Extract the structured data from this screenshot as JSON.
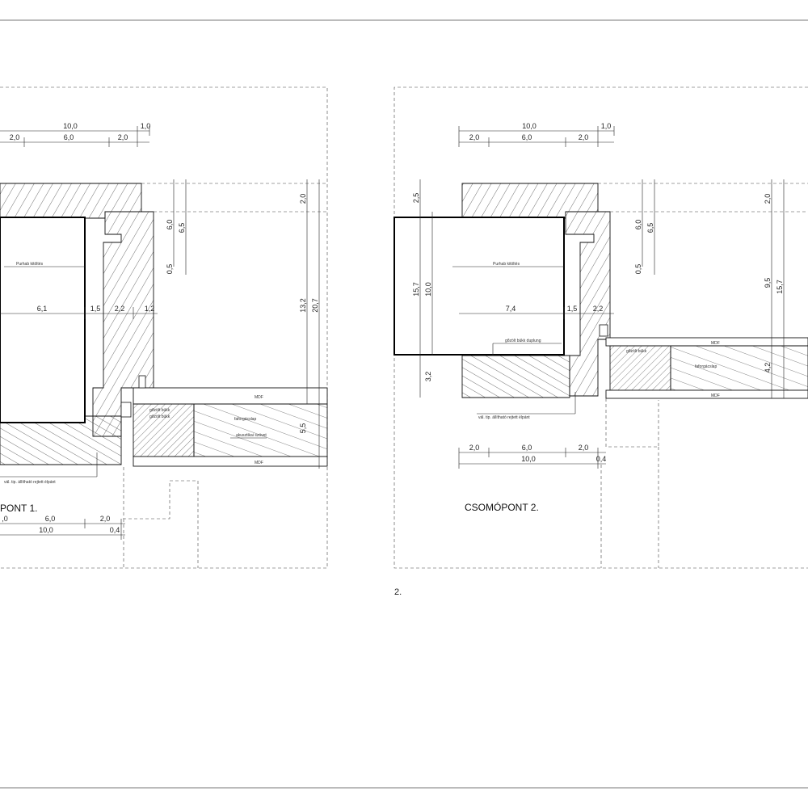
{
  "sheet": {
    "page_number": "2."
  },
  "detail1": {
    "title": "PONT 1.",
    "top_dims_row1": [
      "10,0",
      "1,0"
    ],
    "top_dims_row2": [
      "2,0",
      "6,0",
      "2,0"
    ],
    "mid_dims": [
      "6,1",
      "1,5",
      "2,2",
      "1,2"
    ],
    "right_dims": [
      "2,0",
      "6,0",
      "6,5",
      "0,5",
      "13,2",
      "20,7",
      "5,5"
    ],
    "bottom_dims_row1": [
      ",0",
      "6,0",
      "2,0"
    ],
    "bottom_dims_row2": [
      "10,0",
      "0,4"
    ],
    "labels": {
      "foam": "Purhab kitöltés",
      "hinge": "vál. tip. állítható rejtett élpánt",
      "beech1": "gőzölt bükk",
      "beech2": "gőzölt bükk",
      "lumber": "faforgácslap",
      "fabric": "akusztikai szövet",
      "mdf_top": "MDF",
      "mdf_bottom": "MDF"
    }
  },
  "detail2": {
    "title": "CSOMÓPONT 2.",
    "top_dims_row1": [
      "10,0",
      "1,0"
    ],
    "top_dims_row2": [
      "2,0",
      "6,0",
      "2,0"
    ],
    "left_dims": [
      "2,5",
      "15,7",
      "10,0",
      "3,2"
    ],
    "mid_dims": [
      "7,4",
      "1,5",
      "2,2"
    ],
    "right_dims": [
      "2,0",
      "6,0",
      "6,5",
      "0,5",
      "9,5",
      "15,7",
      "4,2"
    ],
    "bottom_dims_row1": [
      "2,0",
      "6,0",
      "2,0"
    ],
    "bottom_dims_row2": [
      "10,0",
      "0,4"
    ],
    "labels": {
      "foam": "Purhab kitöltés",
      "dowel": "gőzölt bükk duplung",
      "hinge": "vál. tip. állítható rejtett élpánt",
      "beech": "gőzölt bükk",
      "lumber": "faforgácslap",
      "mdf_top": "MDF",
      "mdf_bottom": "MDF"
    }
  }
}
